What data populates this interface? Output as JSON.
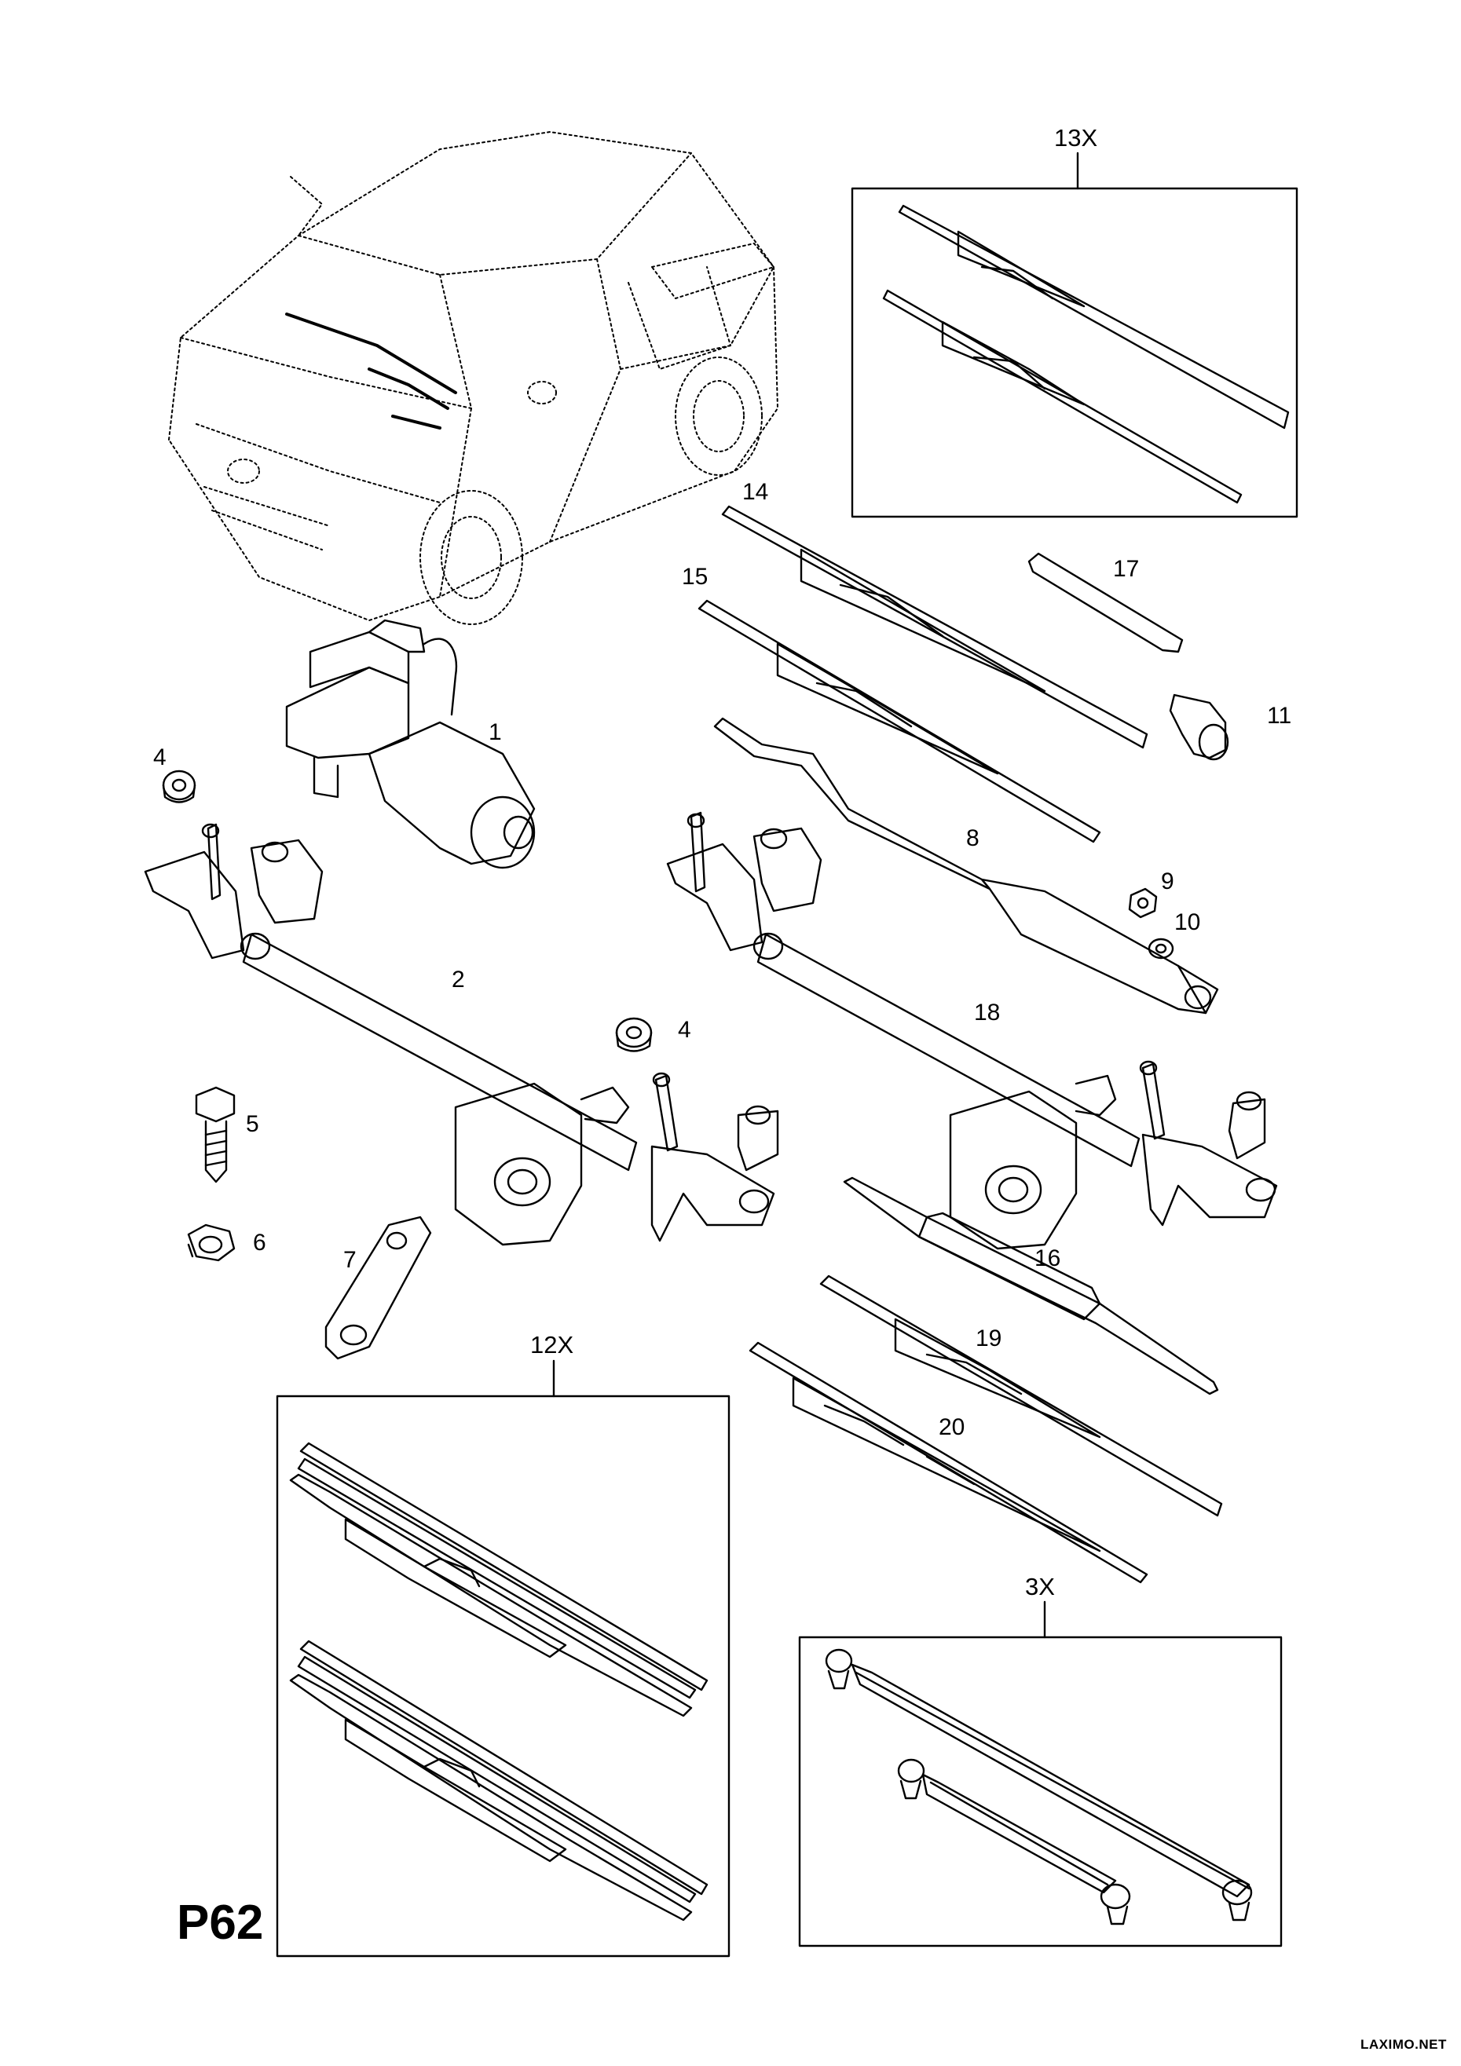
{
  "diagram": {
    "page_code": "P62",
    "watermark": "LAXIMO.NET",
    "callouts": [
      "1",
      "2",
      "4",
      "4",
      "5",
      "6",
      "7",
      "8",
      "9",
      "10",
      "11",
      "14",
      "15",
      "16",
      "17",
      "18",
      "19",
      "20"
    ],
    "group_boxes": [
      "13X",
      "12X",
      "3X"
    ]
  }
}
